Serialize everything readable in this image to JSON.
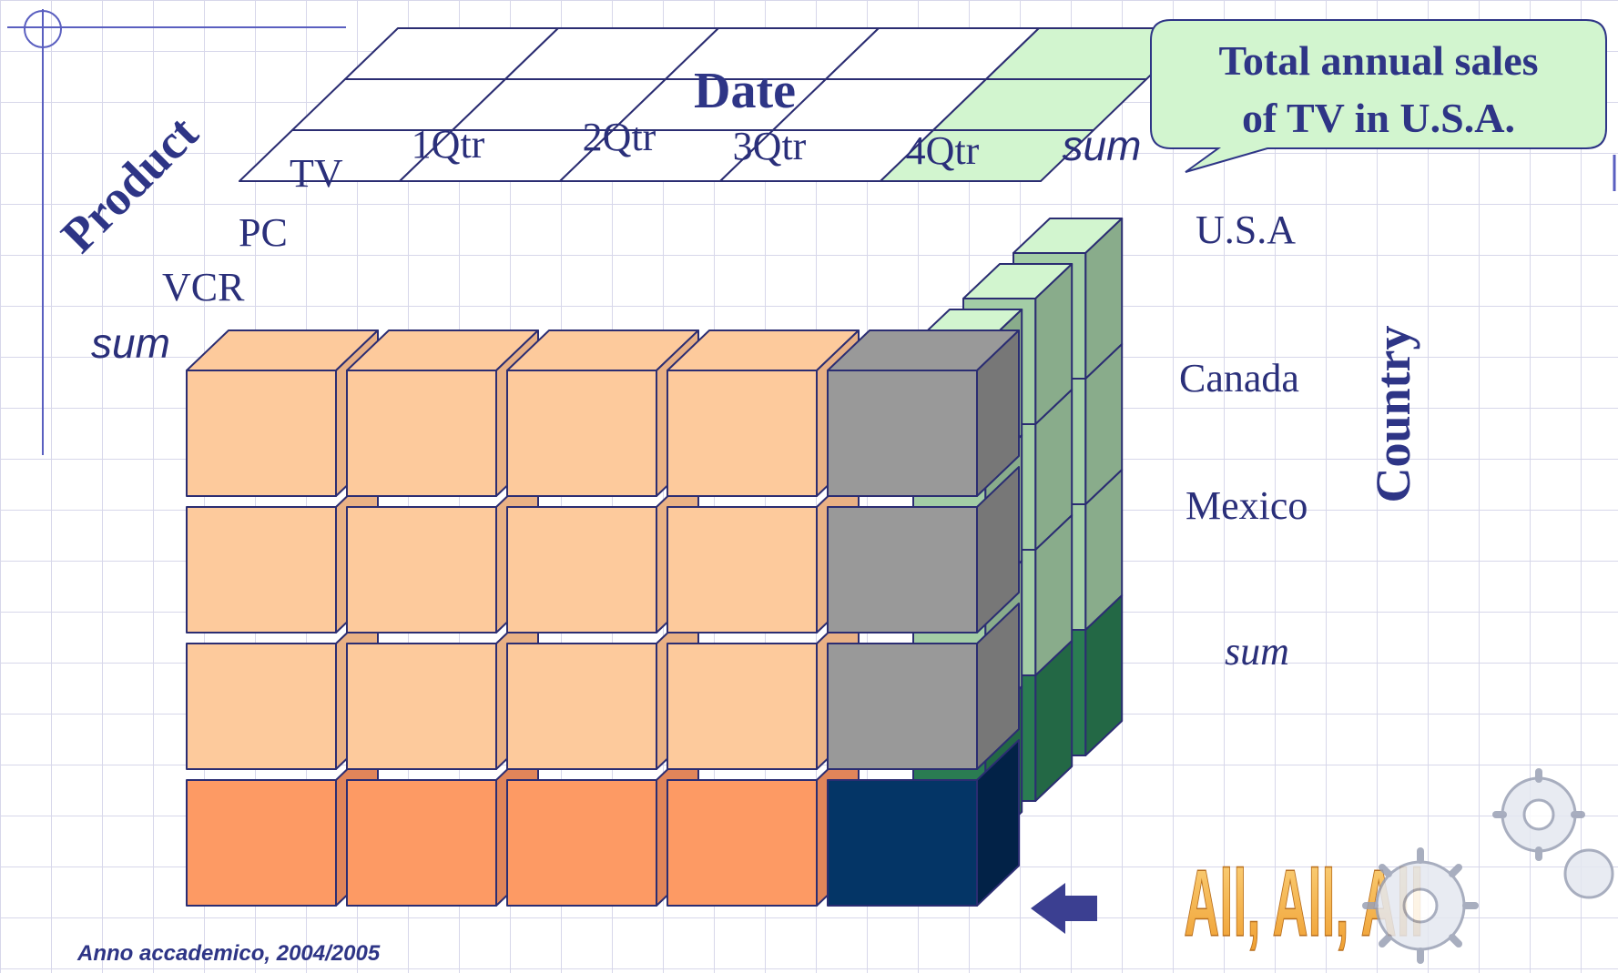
{
  "axes": {
    "date_title": "Date",
    "product_title": "Product",
    "country_title": "Country"
  },
  "dates": [
    "1Qtr",
    "2Qtr",
    "3Qtr",
    "4Qtr",
    "sum"
  ],
  "products": [
    "TV",
    "PC",
    "VCR",
    "sum"
  ],
  "countries": [
    "U.S.A",
    "Canada",
    "Mexico",
    "sum"
  ],
  "callout": {
    "line1": "Total annual sales",
    "line2": "of  TV in U.S.A."
  },
  "all_label": "All, All, All",
  "footer": "Anno accademico, 2004/2005",
  "colors": {
    "axis_title": "#2e3586",
    "label": "#2a2f7a",
    "grid": "#d7d7ea",
    "edge": "#2b2d72",
    "top_white": "#ffffff",
    "top_green": "#d2f5cf",
    "front_tan": "#fdca9c",
    "right_tan": "#e9b185",
    "front_orange": "#fd9a64",
    "right_orange": "#e0855a",
    "front_gray": "#999999",
    "right_gray": "#777777",
    "front_navy": "#043566",
    "right_navy": "#022247",
    "green_light": "#a3cda6",
    "green_dark": "#2a7c52",
    "callout_fill": "#d2f5cf",
    "callout_text": "#2e3586",
    "all_text": "#f4a43b",
    "arrow": "#3b3f91"
  },
  "icons": [
    "crosshair-icon",
    "gear-icon",
    "arrow-left-icon"
  ]
}
